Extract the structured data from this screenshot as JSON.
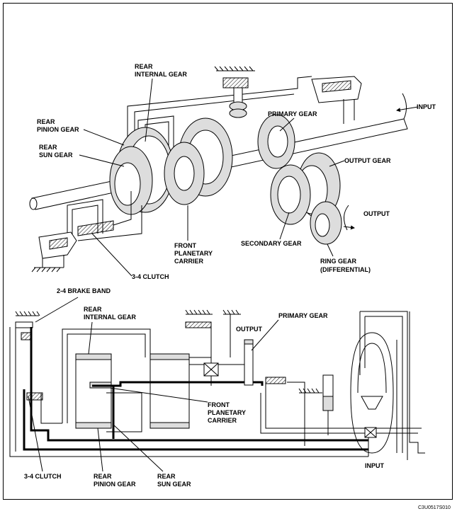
{
  "top_labels": {
    "rear_internal_gear_1": "REAR",
    "rear_internal_gear_2": "INTERNAL GEAR",
    "rear_pinion_gear_1": "REAR",
    "rear_pinion_gear_2": "PINION GEAR",
    "rear_sun_gear_1": "REAR",
    "rear_sun_gear_2": "SUN GEAR",
    "primary_gear": "PRIMARY GEAR",
    "input": "INPUT",
    "output_gear": "OUTPUT GEAR",
    "output": "OUTPUT",
    "front_planetary_1": "FRONT",
    "front_planetary_2": "PLANETARY",
    "front_planetary_3": "CARRIER",
    "secondary_gear": "SECONDARY GEAR",
    "ring_gear_1": "RING GEAR",
    "ring_gear_2": "(DIFFERENTIAL)",
    "clutch_34": "3-4 CLUTCH",
    "brake_band": "2-4 BRAKE BAND"
  },
  "bottom_labels": {
    "rear_internal_gear_1": "REAR",
    "rear_internal_gear_2": "INTERNAL GEAR",
    "primary_gear": "PRIMARY GEAR",
    "output": "OUTPUT",
    "front_planetary_1": "FRONT",
    "front_planetary_2": "PLANETARY",
    "front_planetary_3": "CARRIER",
    "clutch_34": "3-4 CLUTCH",
    "rear_pinion_gear_1": "REAR",
    "rear_pinion_gear_2": "PINION GEAR",
    "rear_sun_gear_1": "REAR",
    "rear_sun_gear_2": "SUN GEAR",
    "input": "INPUT"
  },
  "figure_code": "C3U0517S010"
}
